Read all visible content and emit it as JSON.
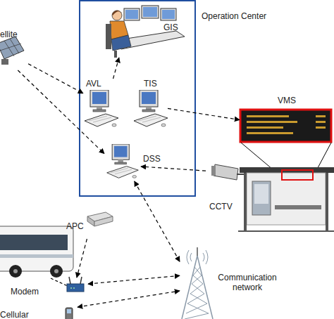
{
  "diagram": {
    "nodes": [
      {
        "text": [
          "Operation Center"
        ]
      },
      {
        "text": [
          "GIS"
        ],
        "in": 0
      },
      {
        "text": [
          "AVL"
        ],
        "in": 0
      },
      {
        "text": [
          "TIS"
        ],
        "in": 0
      },
      {
        "text": [
          "DSS"
        ],
        "in": 0
      },
      {
        "text": [
          "ellite"
        ]
      },
      {
        "text": [
          "VMS"
        ]
      },
      {
        "text": [
          "CCTV"
        ]
      },
      {
        "text": [
          "APC"
        ]
      },
      {
        "text": [
          "Modem"
        ]
      },
      {
        "text": [
          "Cellular"
        ]
      },
      {
        "text": [
          "Communication network"
        ]
      }
    ],
    "edges": [
      {
        "from": 5,
        "to": 2,
        "arrow": "to"
      },
      {
        "from": 5,
        "to": 4,
        "arrow": "to"
      },
      {
        "from": 2,
        "to": 1,
        "arrow": "to"
      },
      {
        "from": 3,
        "to": 6,
        "arrow": "to"
      },
      {
        "from": 7,
        "to": 4,
        "arrow": "to"
      },
      {
        "from": 4,
        "to": 11,
        "arrow": "both"
      },
      {
        "from": 9,
        "to": 11,
        "arrow": "both"
      },
      {
        "from": 10,
        "to": 11,
        "arrow": "both"
      },
      {
        "from": 8,
        "to": 9,
        "arrow": "to"
      }
    ]
  }
}
